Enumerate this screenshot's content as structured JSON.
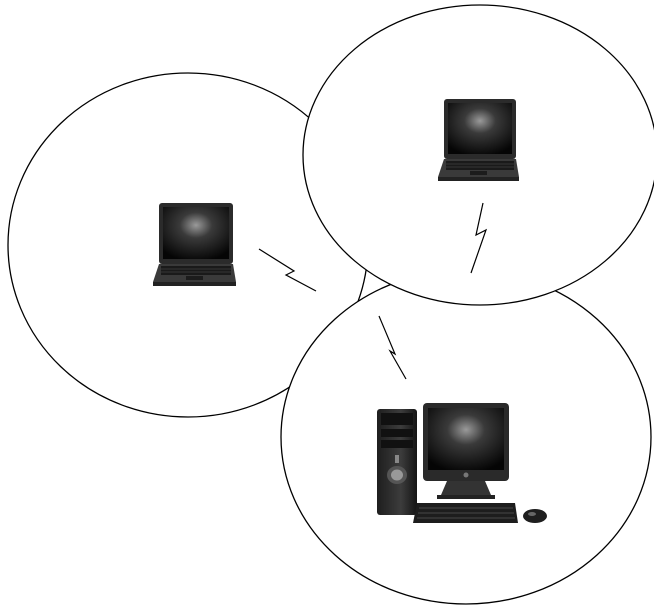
{
  "diagram": {
    "type": "wireless-ad-hoc-network",
    "nodes": [
      {
        "id": "laptop-left",
        "kind": "laptop"
      },
      {
        "id": "laptop-top-right",
        "kind": "laptop"
      },
      {
        "id": "desktop-bottom",
        "kind": "desktop-computer"
      }
    ],
    "links": [
      {
        "from": "laptop-left",
        "to": "desktop-bottom",
        "kind": "wireless"
      },
      {
        "from": "laptop-top-right",
        "to": "desktop-bottom",
        "kind": "wireless"
      },
      {
        "from": "desktop-bottom",
        "to": "laptop-left",
        "kind": "wireless"
      }
    ],
    "icons": [
      "laptop-icon",
      "desktop-computer-icon",
      "wireless-signal-icon"
    ],
    "colors": {
      "stroke": "#000000",
      "background": "#ffffff",
      "device_dark": "#1a1a1a",
      "device_body": "#4a4a4a"
    }
  }
}
